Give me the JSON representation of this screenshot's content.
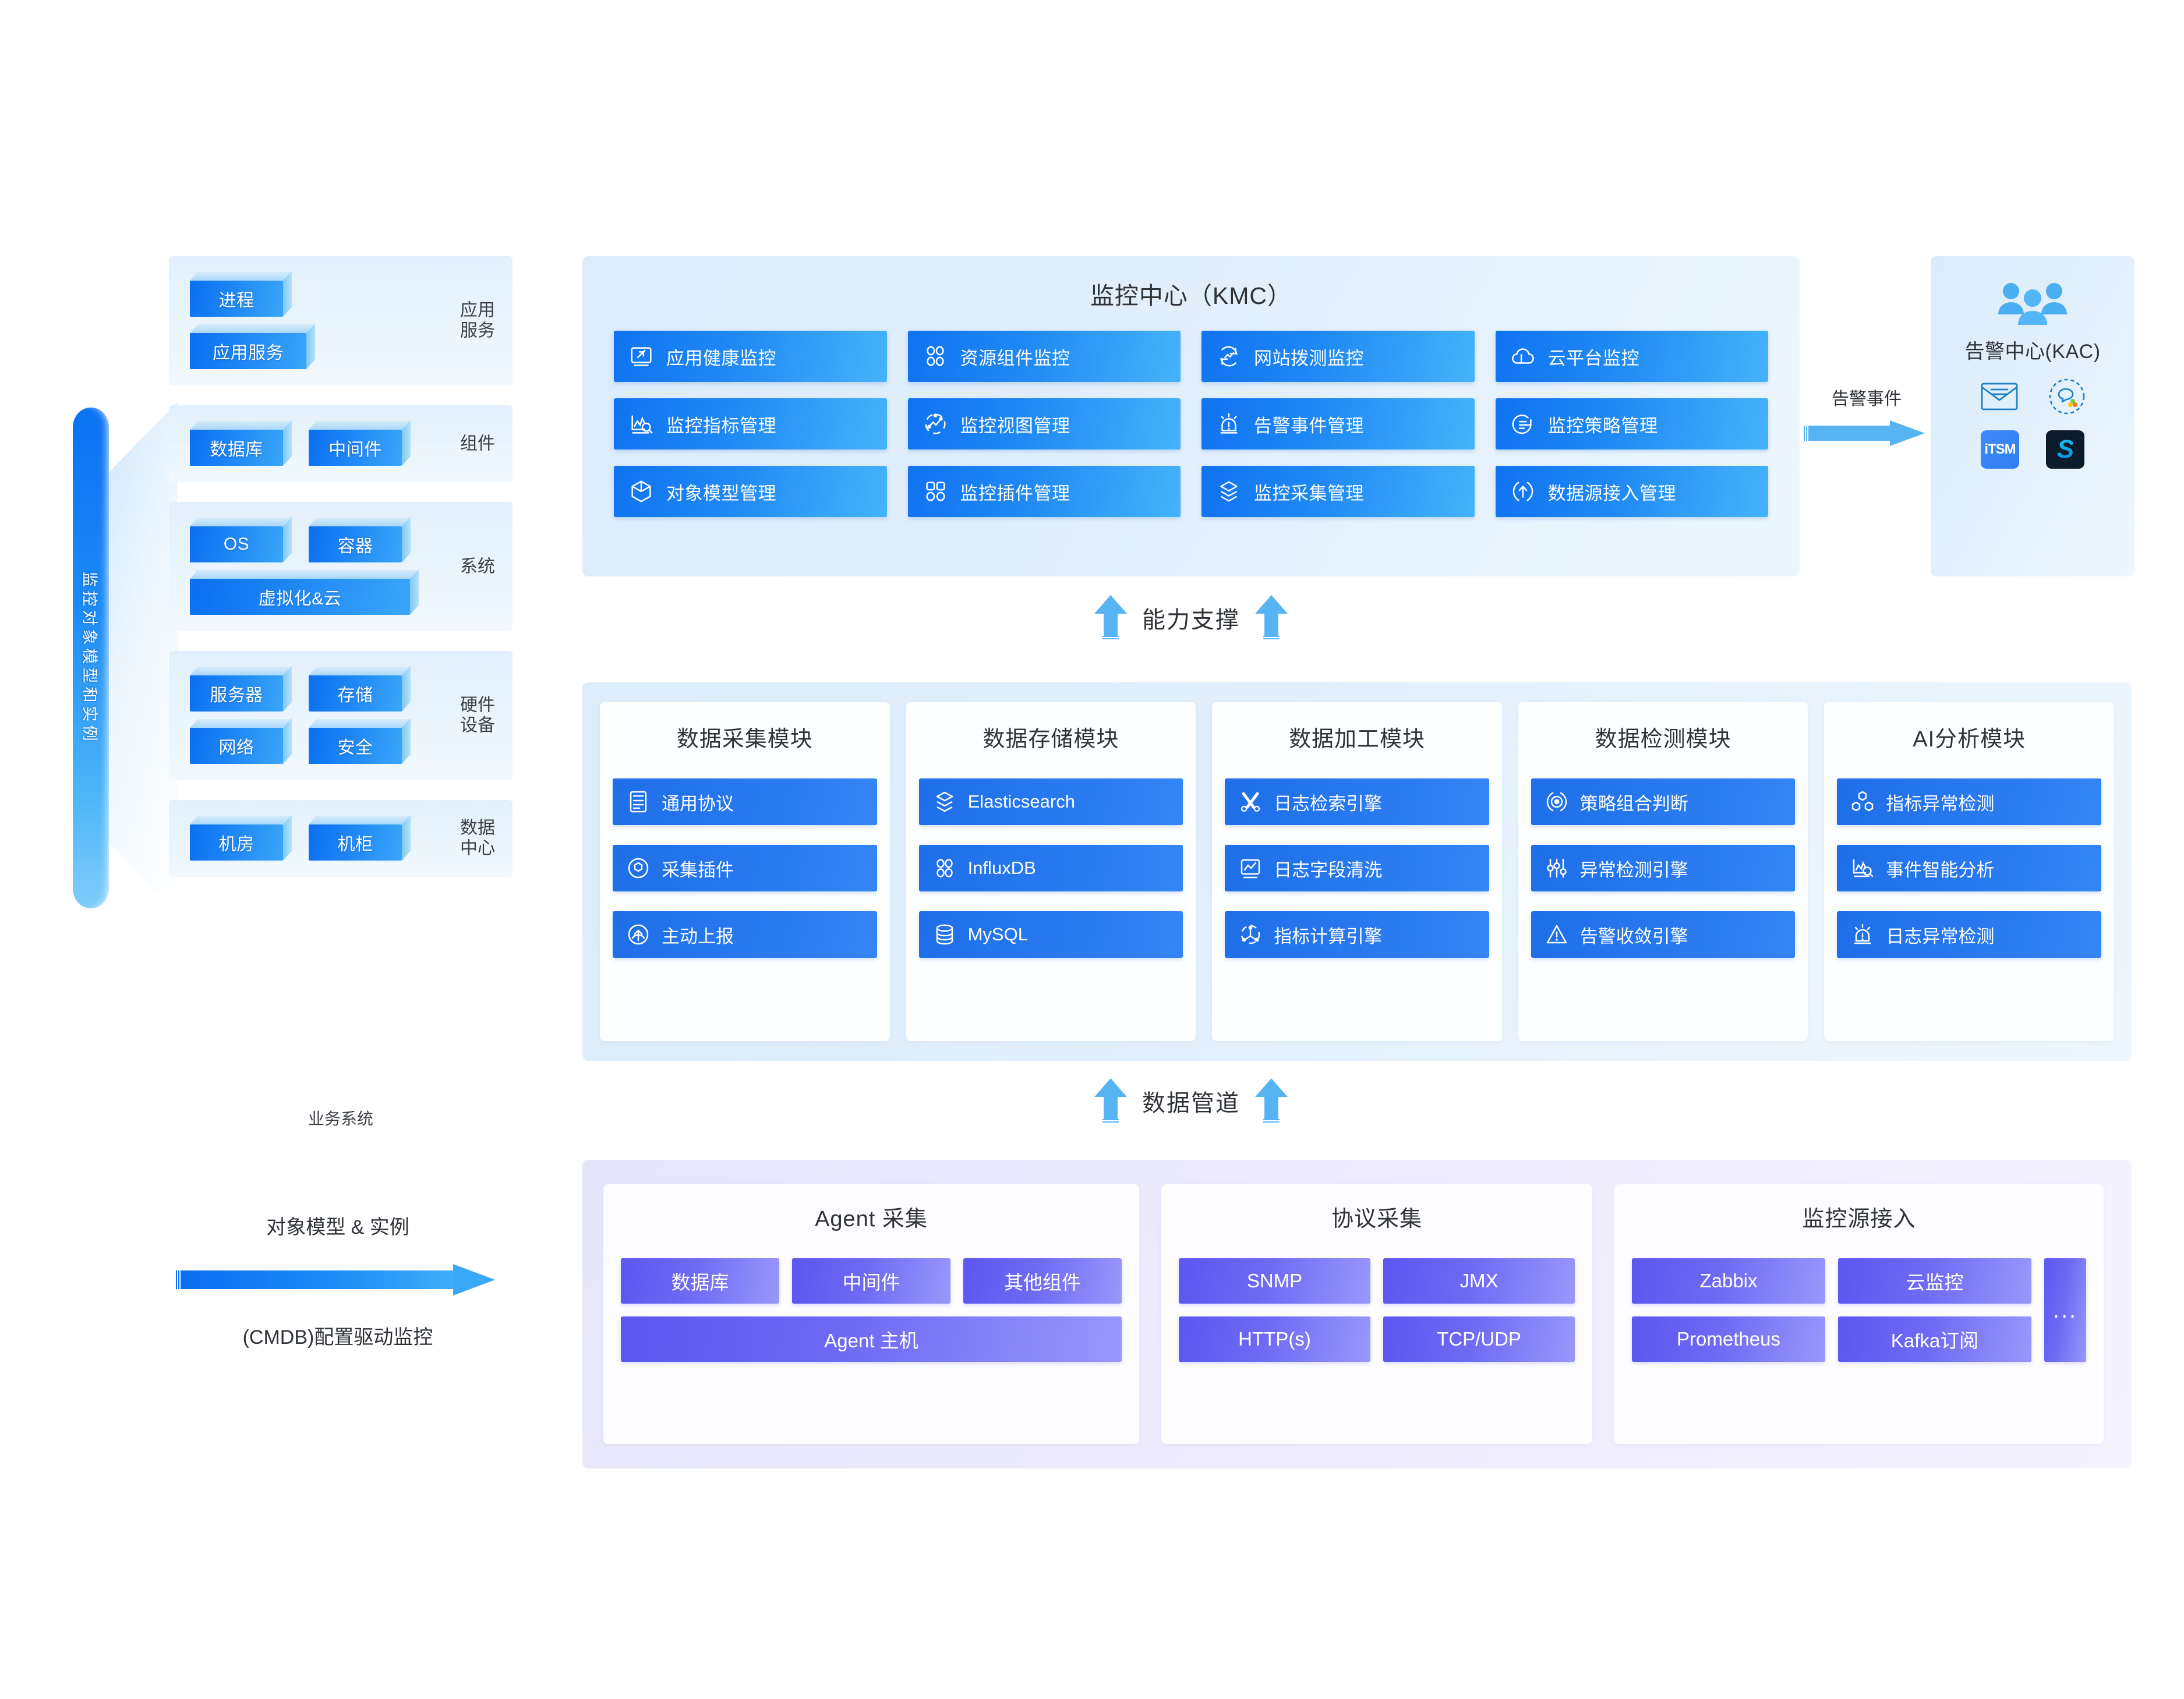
{
  "left": {
    "cmdb_bar_vertical_text": "监控对象模型和实例",
    "business_system_label": "业务系统",
    "object_groups": [
      {
        "label": "应用\n服务",
        "label_lines": [
          "应用",
          "服务"
        ],
        "items": [
          "进程",
          "应用服务"
        ]
      },
      {
        "label": "组件",
        "label_lines": [
          "组件"
        ],
        "items": [
          "数据库",
          "中间件"
        ]
      },
      {
        "label": "系统",
        "label_lines": [
          "系统"
        ],
        "items": [
          "OS",
          "容器",
          "虚拟化&云"
        ]
      },
      {
        "label": "硬件设备",
        "label_lines": [
          "硬件",
          "设备"
        ],
        "items": [
          "服务器",
          "存储",
          "网络",
          "安全"
        ]
      },
      {
        "label": "数据中心",
        "label_lines": [
          "数据",
          "中心"
        ],
        "items": [
          "机房",
          "机柜"
        ]
      }
    ],
    "cmdb_block": {
      "caption_top": "对象模型 & 实例",
      "caption_bottom": "(CMDB)配置驱动监控",
      "arrow_icon": "arrow-right-icon"
    }
  },
  "kmc": {
    "title": "监控中心（KMC）",
    "buttons": [
      {
        "label": "应用健康监控",
        "icon": "app-health-icon"
      },
      {
        "label": "资源组件监控",
        "icon": "resource-component-icon"
      },
      {
        "label": "网站拨测监控",
        "icon": "website-probe-icon"
      },
      {
        "label": "云平台监控",
        "icon": "cloud-icon"
      },
      {
        "label": "监控指标管理",
        "icon": "metric-search-icon"
      },
      {
        "label": "监控视图管理",
        "icon": "view-graph-icon"
      },
      {
        "label": "告警事件管理",
        "icon": "alarm-bell-icon"
      },
      {
        "label": "监控策略管理",
        "icon": "policy-doc-icon"
      },
      {
        "label": "对象模型管理",
        "icon": "cube-icon"
      },
      {
        "label": "监控插件管理",
        "icon": "plugin-grid-icon"
      },
      {
        "label": "监控采集管理",
        "icon": "layers-collect-icon"
      },
      {
        "label": "数据源接入管理",
        "icon": "upload-circle-icon"
      }
    ]
  },
  "alarm_flow": {
    "label": "告警事件",
    "arrow_icon": "arrow-right-icon"
  },
  "kac": {
    "title": "告警中心(KAC)",
    "people_icon": "people-group-icon",
    "channels": [
      {
        "name": "mail-icon",
        "kind": "outline"
      },
      {
        "name": "wechat-work-icon",
        "kind": "outline"
      },
      {
        "name": "itsm-badge",
        "kind": "badge",
        "text": "iTSM"
      },
      {
        "name": "slack-badge",
        "kind": "badge",
        "text": "S"
      }
    ]
  },
  "bands": {
    "capability": {
      "label": "能力支撑",
      "arrow_icon": "arrow-up-icon"
    },
    "pipeline": {
      "label": "数据管道",
      "arrow_icon": "arrow-up-icon"
    }
  },
  "modules": [
    {
      "title": "数据采集模块",
      "items": [
        {
          "label": "通用协议",
          "icon": "protocol-doc-icon"
        },
        {
          "label": "采集插件",
          "icon": "plugin-gear-icon"
        },
        {
          "label": "主动上报",
          "icon": "report-up-icon"
        }
      ]
    },
    {
      "title": "数据存储模块",
      "items": [
        {
          "label": "Elasticsearch",
          "icon": "layers-icon"
        },
        {
          "label": "InfluxDB",
          "icon": "grid-dots-icon"
        },
        {
          "label": "MySQL",
          "icon": "database-icon"
        }
      ]
    },
    {
      "title": "数据加工模块",
      "items": [
        {
          "label": "日志检索引擎",
          "icon": "tools-icon"
        },
        {
          "label": "日志字段清洗",
          "icon": "chart-box-icon"
        },
        {
          "label": "指标计算引擎",
          "icon": "nodes-icon"
        }
      ]
    },
    {
      "title": "数据检测模块",
      "items": [
        {
          "label": "策略组合判断",
          "icon": "target-icon"
        },
        {
          "label": "异常检测引擎",
          "icon": "sliders-icon"
        },
        {
          "label": "告警收敛引擎",
          "icon": "warning-triangle-icon"
        }
      ]
    },
    {
      "title": "AI分析模块",
      "items": [
        {
          "label": "指标异常检测",
          "icon": "hex-cluster-icon"
        },
        {
          "label": "事件智能分析",
          "icon": "metric-search-icon"
        },
        {
          "label": "日志异常检测",
          "icon": "alarm-bell-icon"
        }
      ]
    }
  ],
  "collection": {
    "agent": {
      "title": "Agent 采集",
      "components": [
        "数据库",
        "中间件",
        "其他组件"
      ],
      "host": "Agent 主机"
    },
    "protocol": {
      "title": "协议采集",
      "row1": [
        "SNMP",
        "JMX"
      ],
      "row2": [
        "HTTP(s)",
        "TCP/UDP"
      ]
    },
    "source": {
      "title": "监控源接入",
      "row1": [
        "Zabbix",
        "云监控"
      ],
      "row2": [
        "Prometheus",
        "Kafka订阅"
      ],
      "more": "..."
    }
  },
  "colors": {
    "primary_blue": "#1f88f4",
    "deep_blue": "#0b6ff0",
    "module_blue": "#2a7af0",
    "purple": "#6d6af4",
    "light_panel": "#e0eefb",
    "purple_panel": "#eceafc",
    "arrow_blue": "#56b4f3",
    "text_dark": "#2f3338"
  }
}
